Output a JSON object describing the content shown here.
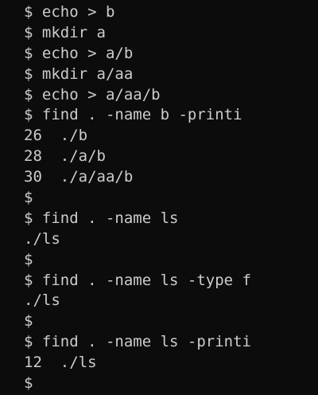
{
  "terminal": {
    "lines": [
      "$ echo > b",
      "$ mkdir a",
      "$ echo > a/b",
      "$ mkdir a/aa",
      "$ echo > a/aa/b",
      "$ find . -name b -printi",
      "26  ./b",
      "28  ./a/b",
      "30  ./a/aa/b",
      "$",
      "$ find . -name ls",
      "./ls",
      "$",
      "$ find . -name ls -type f",
      "./ls",
      "$",
      "$ find . -name ls -printi",
      "12  ./ls",
      "$"
    ],
    "colors": {
      "background": "#0c0c0c",
      "foreground": "#cccccc"
    }
  }
}
